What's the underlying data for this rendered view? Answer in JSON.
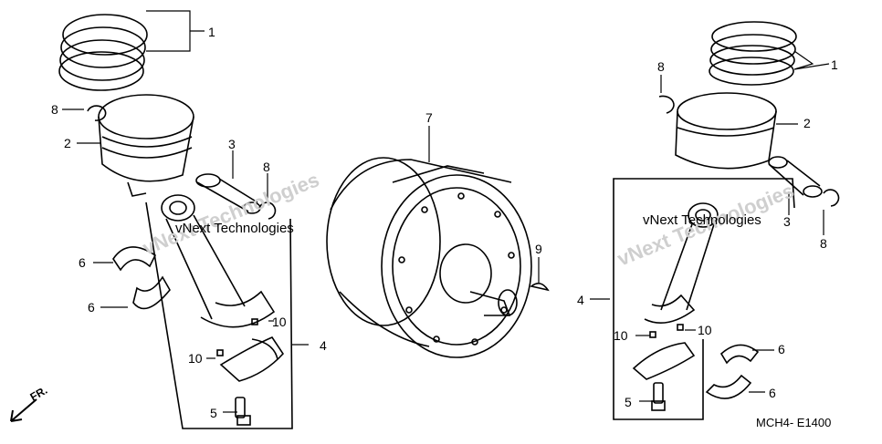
{
  "callouts": {
    "l1": "1",
    "l2": "2",
    "l3": "3",
    "l4": "4",
    "l5": "5",
    "l6a": "6",
    "l6b": "6",
    "l7": "7",
    "l8a": "8",
    "l8b": "8",
    "l10a": "10",
    "l10b": "10",
    "r1": "1",
    "r2": "2",
    "r3": "3",
    "r4": "4",
    "r5": "5",
    "r6a": "6",
    "r6b": "6",
    "r8a": "8",
    "r8b": "8",
    "r9": "9",
    "r10a": "10",
    "r10b": "10"
  },
  "watermarks": {
    "left_a": "vNext Technologies",
    "left_b": "vNext Technologies",
    "right_a": "vNext Technologies",
    "right_b": "vNext Technologies"
  },
  "direction": {
    "fr": "FR."
  },
  "diagram_code": "MCH4- E1400"
}
